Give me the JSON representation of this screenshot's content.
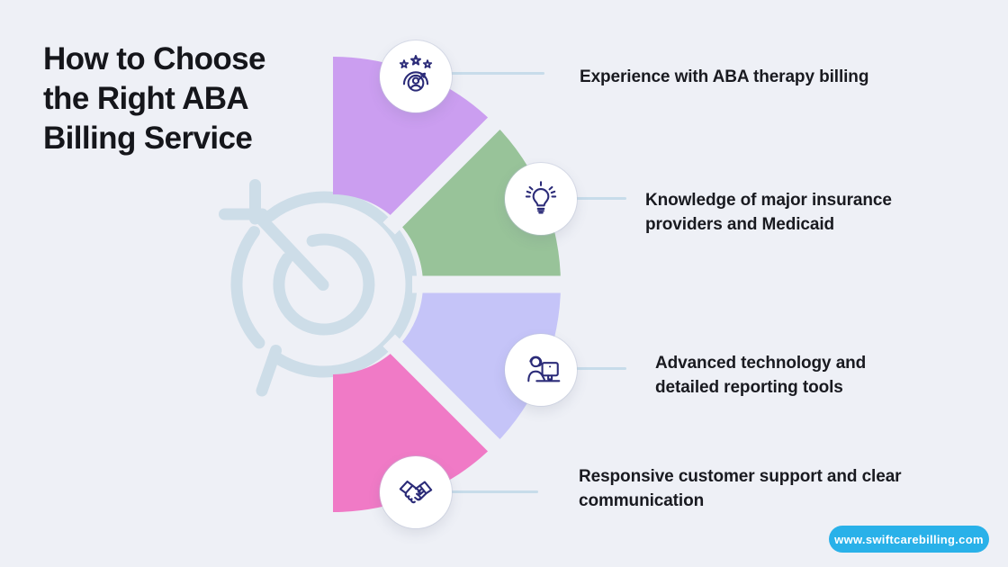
{
  "title": {
    "lines": [
      "How to Choose",
      "the Right ABA",
      "Billing Service"
    ]
  },
  "items": [
    {
      "id": "experience",
      "icon": "rating-stars-person-icon",
      "color": "#cb9ef0",
      "lines": [
        "Experience with ABA therapy billing"
      ]
    },
    {
      "id": "insurance-knowledge",
      "icon": "lightbulb-icon",
      "color": "#98c399",
      "lines": [
        "Knowledge of major insurance",
        "providers and Medicaid"
      ]
    },
    {
      "id": "technology-reporting",
      "icon": "support-agent-computer-icon",
      "color": "#c5c4f8",
      "lines": [
        "Advanced technology and",
        "detailed reporting tools"
      ]
    },
    {
      "id": "customer-support",
      "icon": "handshake-icon",
      "color": "#f07ac6",
      "lines": [
        "Responsive customer support and clear",
        "communication"
      ]
    }
  ],
  "footer": {
    "website": "www.swiftcarebilling.com"
  },
  "colors": {
    "bg": "#eef0f6",
    "title_text": "#15161b",
    "label_text": "#191a20",
    "connector": "#c7dcea",
    "icon_stroke": "#2b2b78",
    "target_stroke": "#cddde8",
    "pill": "#29b1e9",
    "pill_text": "#ffffff"
  }
}
